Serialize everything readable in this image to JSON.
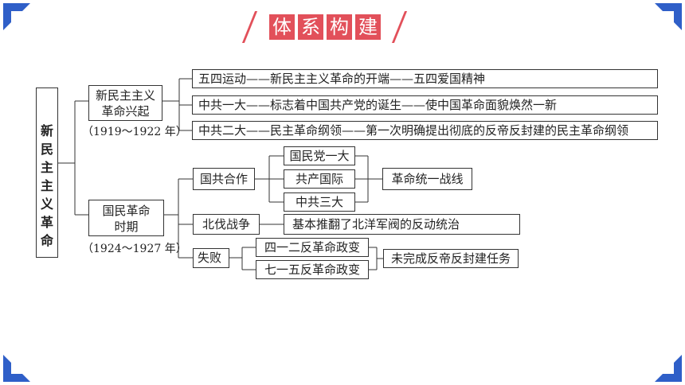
{
  "title_chars": [
    "体",
    "系",
    "构",
    "建"
  ],
  "colors": {
    "accent": "#e2505a",
    "corner": "#2f5fc8"
  },
  "root": "新民主主义革命",
  "period1": {
    "name_line1": "新民主主义",
    "name_line2": "革命兴起",
    "years": "（1919～1922 年）",
    "items": [
      "五四运动——新民主主义革命的开端——五四爱国精神",
      "中共一大——标志着中国共产党的诞生——使中国革命面貌焕然一新",
      "中共二大——民主革命纲领——第一次明确提出彻底的反帝反封建的民主革命纲领"
    ]
  },
  "period2": {
    "name_line1": "国民革命",
    "name_line2": "时期",
    "years": "（1924～1927 年）",
    "cooperation": {
      "label": "国共合作",
      "subs": [
        "国民党一大",
        "共产国际",
        "中共三大"
      ],
      "result": "革命统一战线"
    },
    "expedition": {
      "label": "北伐战争",
      "result": "基本推翻了北洋军阀的反动统治"
    },
    "failure": {
      "label": "失败",
      "subs": [
        "四一二反革命政变",
        "七一五反革命政变"
      ],
      "result": "未完成反帝反封建任务"
    }
  }
}
